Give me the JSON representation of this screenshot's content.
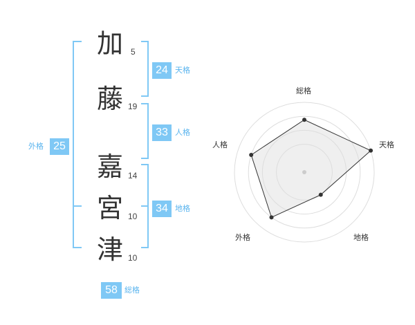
{
  "name": {
    "characters": [
      {
        "char": "加",
        "strokes": "5"
      },
      {
        "char": "藤",
        "strokes": "19"
      },
      {
        "char": "嘉",
        "strokes": "14"
      },
      {
        "char": "宮",
        "strokes": "10"
      },
      {
        "char": "津",
        "strokes": "10"
      }
    ]
  },
  "fortunes": {
    "tenkaku": {
      "value": "24",
      "label": "天格"
    },
    "jinkaku": {
      "value": "33",
      "label": "人格"
    },
    "chikaku": {
      "value": "34",
      "label": "地格"
    },
    "gaikaku": {
      "value": "25",
      "label": "外格"
    },
    "soukaku": {
      "value": "58",
      "label": "総格"
    }
  },
  "chart_data": {
    "type": "radar",
    "axes": [
      "総格",
      "天格",
      "地格",
      "外格",
      "人格"
    ],
    "values": [
      0.75,
      1.0,
      0.4,
      0.8,
      0.8
    ],
    "rings": 4,
    "colors": {
      "fill": "#efefef",
      "ring": "#dddddd",
      "line": "#333333",
      "point": "#333333"
    }
  },
  "colors": {
    "accent": "#7fc8f5",
    "bracket": "#7fc8f5"
  }
}
